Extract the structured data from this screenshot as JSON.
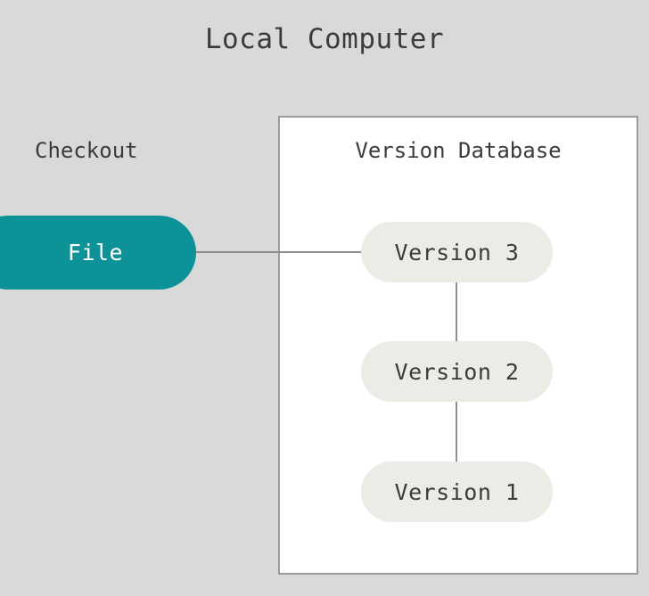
{
  "diagram": {
    "title": "Local Computer",
    "checkout_label": "Checkout",
    "database": {
      "title": "Version Database",
      "versions": [
        {
          "label": "Version 3"
        },
        {
          "label": "Version 2"
        },
        {
          "label": "Version 1"
        }
      ]
    },
    "file_node": {
      "label": "File"
    },
    "colors": {
      "background": "#d9d9d9",
      "file_node": "#0d9298",
      "file_node_text": "#ffffff",
      "version_node": "#ecece7",
      "version_node_text": "#3b3b3b",
      "database_box_fill": "#ffffff",
      "database_box_border": "#9b9b9b",
      "connector": "#8c8c8c",
      "title_text": "#3b3b3b"
    }
  }
}
